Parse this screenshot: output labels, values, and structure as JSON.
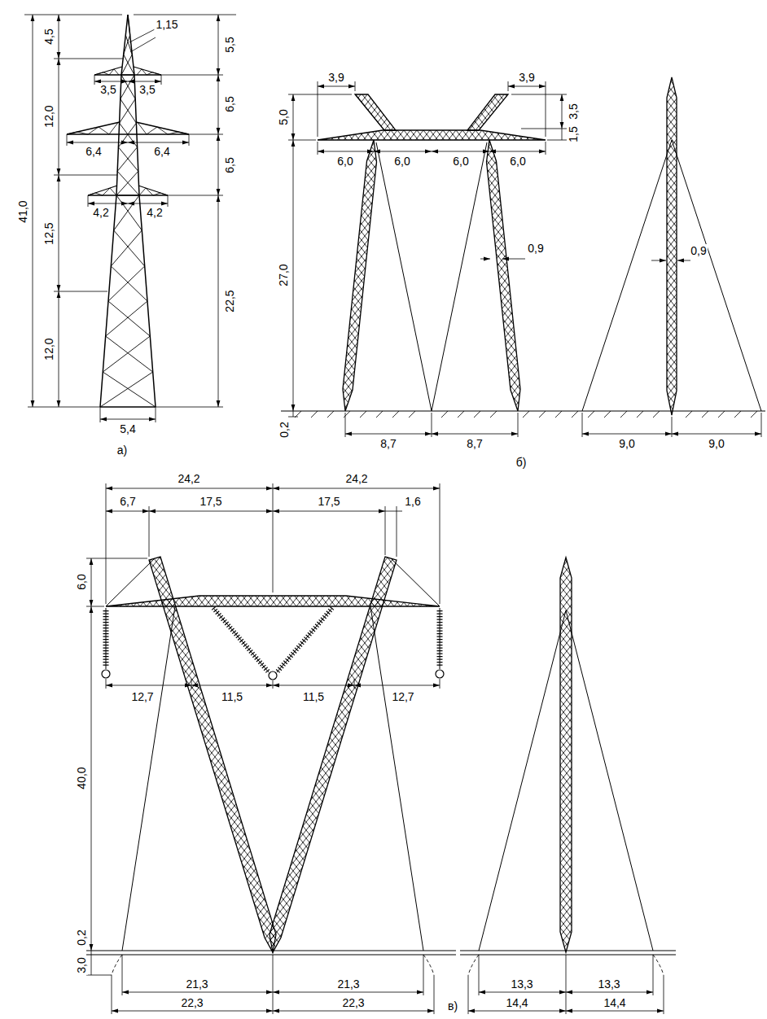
{
  "diagram": {
    "labels": [
      "1,15",
      "4,5",
      "5,5",
      "3,5",
      "3,5",
      "6,5",
      "12,0",
      "6,4",
      "6,4",
      "6,5",
      "41,0",
      "4,2",
      "4,2",
      "12,5",
      "22,5",
      "12,0",
      "5,4",
      "а)",
      "3,9",
      "3,9",
      "5,0",
      "3,5",
      "1,5",
      "6,0",
      "6,0",
      "6,0",
      "6,0",
      "27,0",
      "0,9",
      "0,9",
      "0,2",
      "8,7",
      "8,7",
      "9,0",
      "9,0",
      "б)",
      "24,2",
      "24,2",
      "6,7",
      "17,5",
      "17,5",
      "1,6",
      "6,0",
      "12,7",
      "11,5",
      "11,5",
      "12,7",
      "40,0",
      "0,2",
      "3,0",
      "21,3",
      "21,3",
      "22,3",
      "22,3",
      "13,3",
      "13,3",
      "14,4",
      "14,4",
      "в)"
    ]
  }
}
